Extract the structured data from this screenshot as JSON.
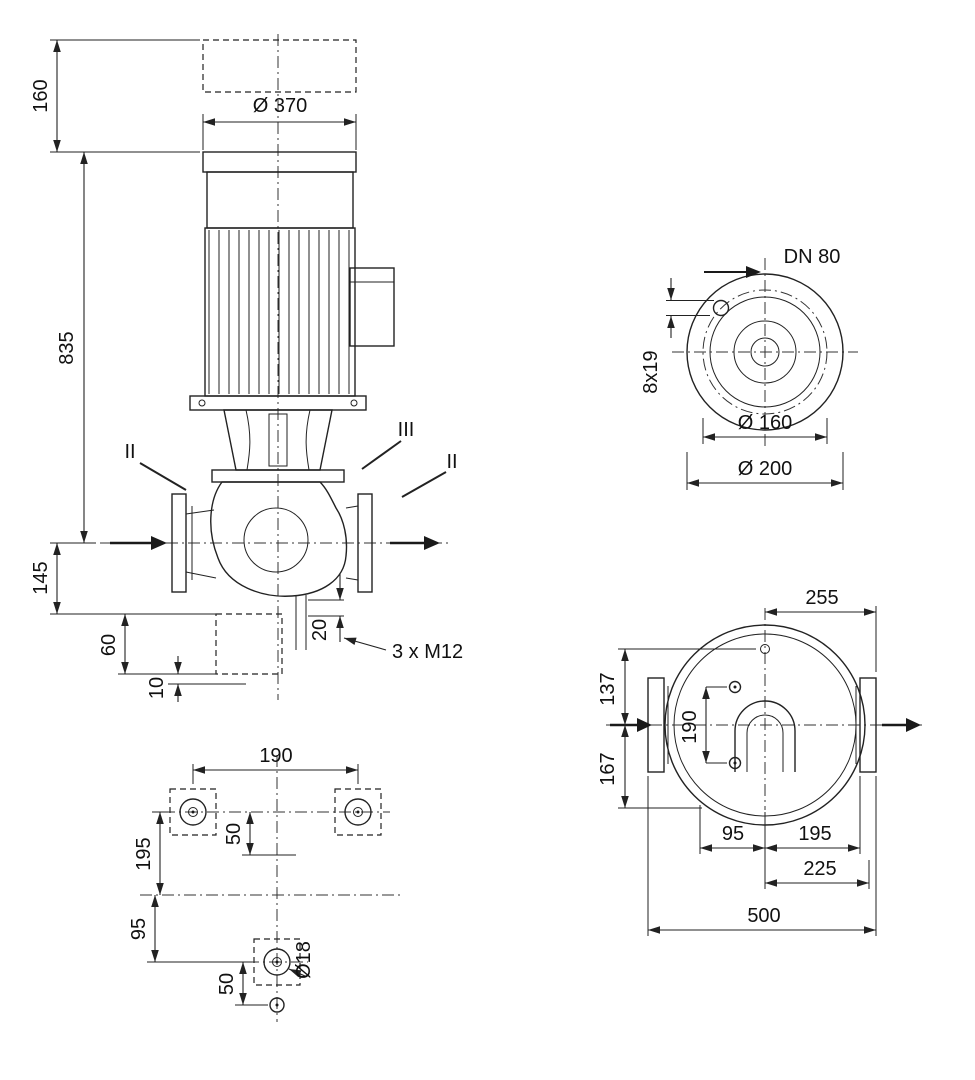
{
  "side_view": {
    "dim_160": "160",
    "dim_dia370": "Ø 370",
    "dim_835": "835",
    "dim_145": "145",
    "dim_60": "60",
    "dim_10": "10",
    "dim_20": "20",
    "dim_m12": "3 x M12",
    "section_left": "II",
    "section_mid": "III",
    "section_right": "II"
  },
  "flange_view": {
    "dn": "DN 80",
    "holes": "8x19",
    "bolt_circle": "Ø 160",
    "outer_dia": "Ø 200"
  },
  "base_view": {
    "dim_190": "190",
    "dim_50_upper": "50",
    "dim_195": "195",
    "dim_95": "95",
    "dim_50_lower": "50",
    "hole_dia": "Ø18"
  },
  "top_view": {
    "dim_255": "255",
    "dim_137": "137",
    "dim_190": "190",
    "dim_167": "167",
    "dim_95": "95",
    "dim_195": "195",
    "dim_225": "225",
    "dim_500": "500"
  }
}
